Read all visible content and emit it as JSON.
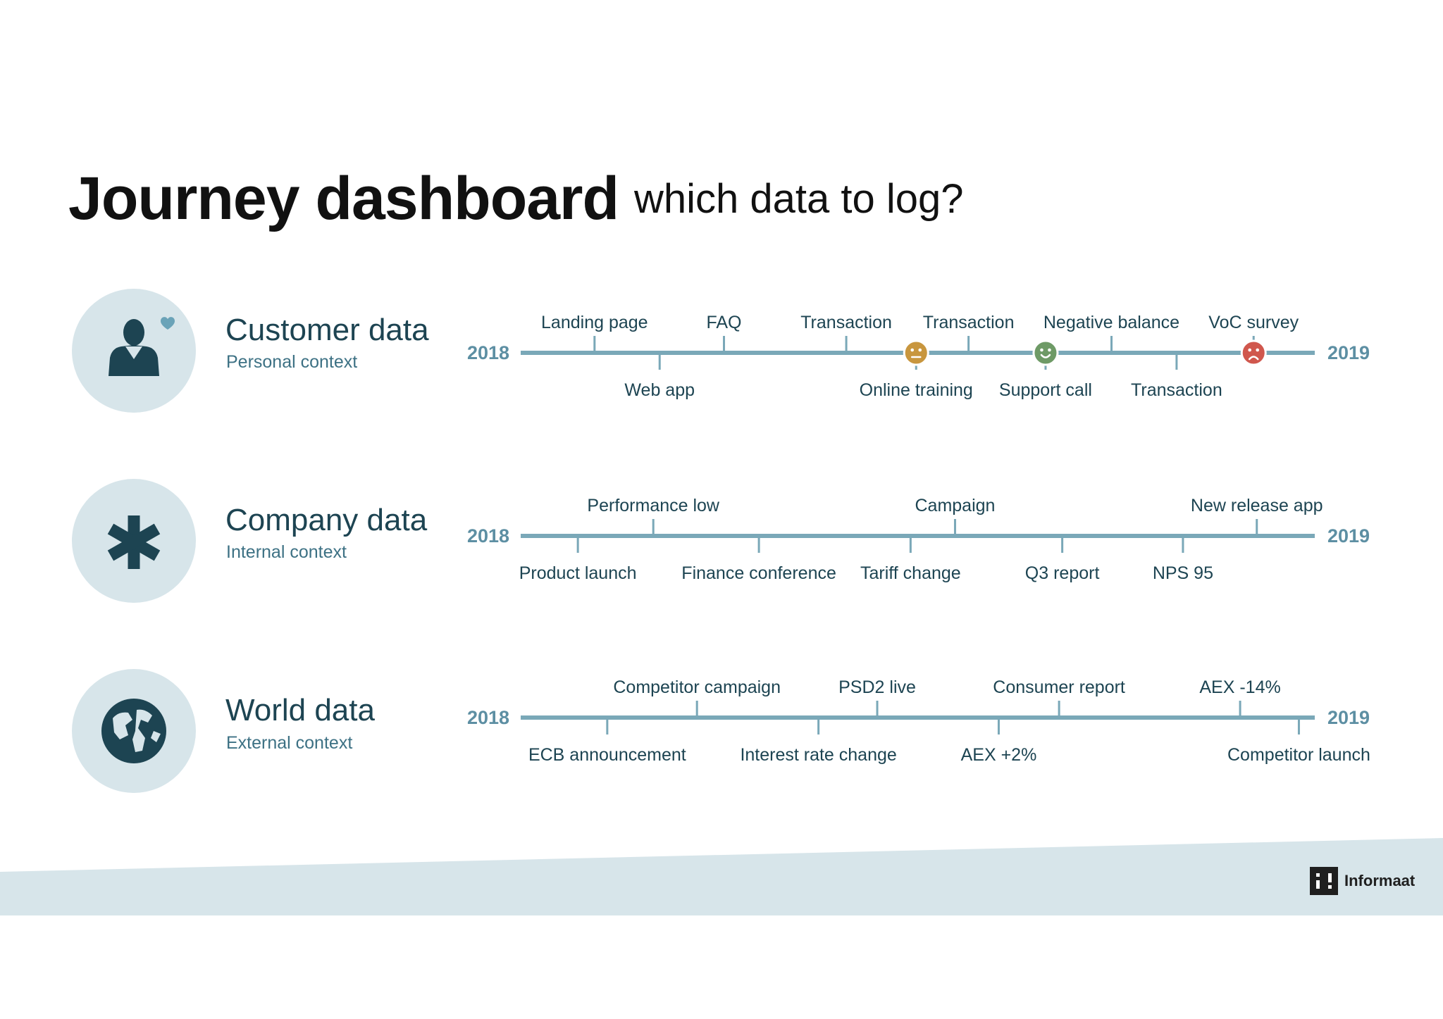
{
  "header": {
    "title": "Journey dashboard",
    "subtitle": "which data to log?"
  },
  "colors": {
    "timeline": "#7aa8b8",
    "text": "#1d4452",
    "circle_bg": "#d7e5ea",
    "year": "#5d8fa3",
    "mood_neutral": "#c8963e",
    "mood_happy": "#6e9a66",
    "mood_sad": "#d0574d"
  },
  "rows": [
    {
      "id": "customer",
      "title": "Customer data",
      "subtitle": "Personal context",
      "icon": "person-heart-icon",
      "start_label": "2018",
      "end_label": "2019",
      "events": [
        {
          "label": "Landing page",
          "pos": 0.093,
          "side": "top"
        },
        {
          "label": "Web app",
          "pos": 0.175,
          "side": "bottom"
        },
        {
          "label": "FAQ",
          "pos": 0.256,
          "side": "top"
        },
        {
          "label": "Transaction",
          "pos": 0.41,
          "side": "top"
        },
        {
          "label": "Online training",
          "pos": 0.498,
          "side": "bottom",
          "mood": "neutral"
        },
        {
          "label": "Transaction",
          "pos": 0.564,
          "side": "top"
        },
        {
          "label": "Support call",
          "pos": 0.661,
          "side": "bottom",
          "mood": "happy"
        },
        {
          "label": "Negative balance",
          "pos": 0.744,
          "side": "top"
        },
        {
          "label": "Transaction",
          "pos": 0.826,
          "side": "bottom"
        },
        {
          "label": "VoC survey",
          "pos": 0.923,
          "side": "top",
          "mood": "sad"
        }
      ]
    },
    {
      "id": "company",
      "title": "Company data",
      "subtitle": "Internal context",
      "icon": "asterisk-icon",
      "start_label": "2018",
      "end_label": "2019",
      "events": [
        {
          "label": "Product launch",
          "pos": 0.072,
          "side": "bottom"
        },
        {
          "label": "Performance low",
          "pos": 0.167,
          "side": "top"
        },
        {
          "label": "Finance conference",
          "pos": 0.3,
          "side": "bottom"
        },
        {
          "label": "Tariff change",
          "pos": 0.491,
          "side": "bottom"
        },
        {
          "label": "Campaign",
          "pos": 0.547,
          "side": "top"
        },
        {
          "label": "Q3 report",
          "pos": 0.682,
          "side": "bottom"
        },
        {
          "label": "NPS 95",
          "pos": 0.834,
          "side": "bottom"
        },
        {
          "label": "New release app",
          "pos": 0.927,
          "side": "top"
        }
      ]
    },
    {
      "id": "world",
      "title": "World data",
      "subtitle": "External context",
      "icon": "globe-icon",
      "start_label": "2018",
      "end_label": "2019",
      "events": [
        {
          "label": "ECB announcement",
          "pos": 0.109,
          "side": "bottom"
        },
        {
          "label": "Competitor campaign",
          "pos": 0.222,
          "side": "top"
        },
        {
          "label": "Interest rate change",
          "pos": 0.375,
          "side": "bottom"
        },
        {
          "label": "PSD2 live",
          "pos": 0.449,
          "side": "top"
        },
        {
          "label": "AEX +2%",
          "pos": 0.602,
          "side": "bottom"
        },
        {
          "label": "Consumer report",
          "pos": 0.678,
          "side": "top"
        },
        {
          "label": "AEX -14%",
          "pos": 0.906,
          "side": "top"
        },
        {
          "label": "Competitor launch",
          "pos": 0.98,
          "side": "bottom"
        }
      ]
    }
  ],
  "footer": {
    "logo_text": "Informaat",
    "logo_icon": "informaat-logo-icon"
  }
}
